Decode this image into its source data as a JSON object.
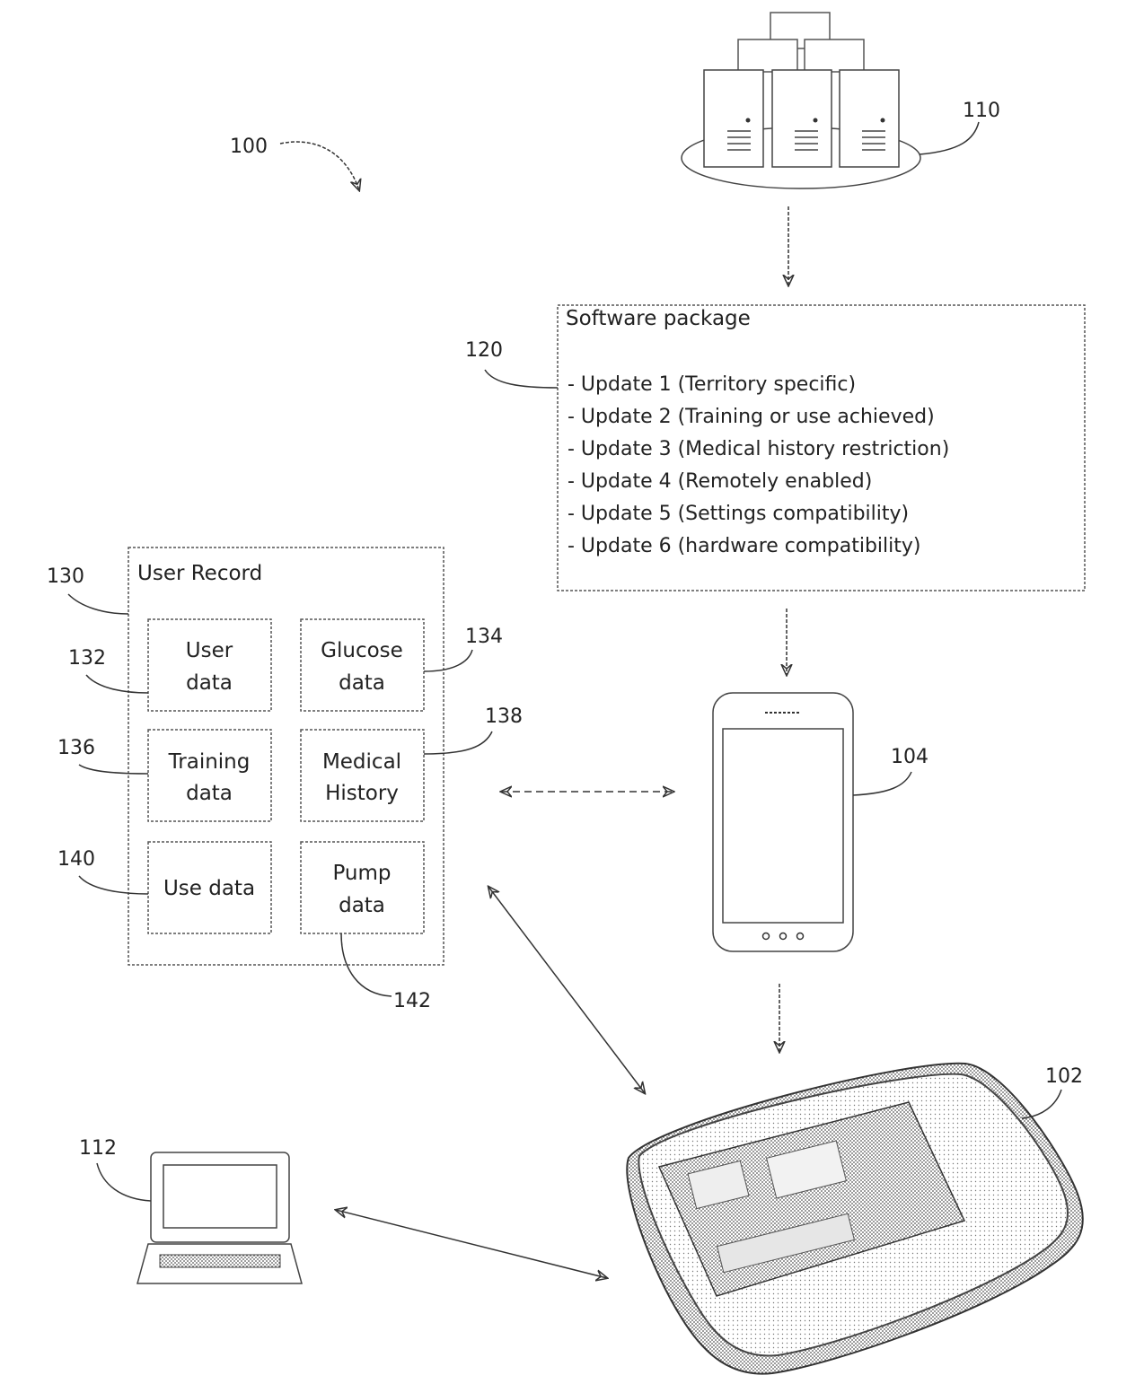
{
  "references": {
    "system": "100",
    "server": "110",
    "software_package": "120",
    "user_record": "130",
    "user_data": "132",
    "glucose_data": "134",
    "training_data": "136",
    "medical_history": "138",
    "use_data": "140",
    "pump_data": "142",
    "pump_device": "102",
    "mobile_device": "104",
    "computer": "112"
  },
  "software_package": {
    "title": "Software package",
    "updates": [
      "- Update 1 (Territory specific)",
      "- Update 2 (Training or use achieved)",
      "- Update 3 (Medical history restriction)",
      "- Update 4 (Remotely enabled)",
      "- Update 5 (Settings compatibility)",
      "- Update 6 (hardware compatibility)"
    ]
  },
  "user_record": {
    "title": "User Record",
    "cells": {
      "user_data": [
        "User",
        "data"
      ],
      "glucose_data": [
        "Glucose",
        "data"
      ],
      "training_data": [
        "Training",
        "data"
      ],
      "medical_history": [
        "Medical",
        "History"
      ],
      "use_data": [
        "Use data"
      ],
      "pump_data": [
        "Pump",
        "data"
      ]
    }
  },
  "icons": {
    "server": "server-cluster-icon",
    "phone": "smartphone-icon",
    "laptop": "laptop-icon",
    "pump": "insulin-pump-icon"
  }
}
